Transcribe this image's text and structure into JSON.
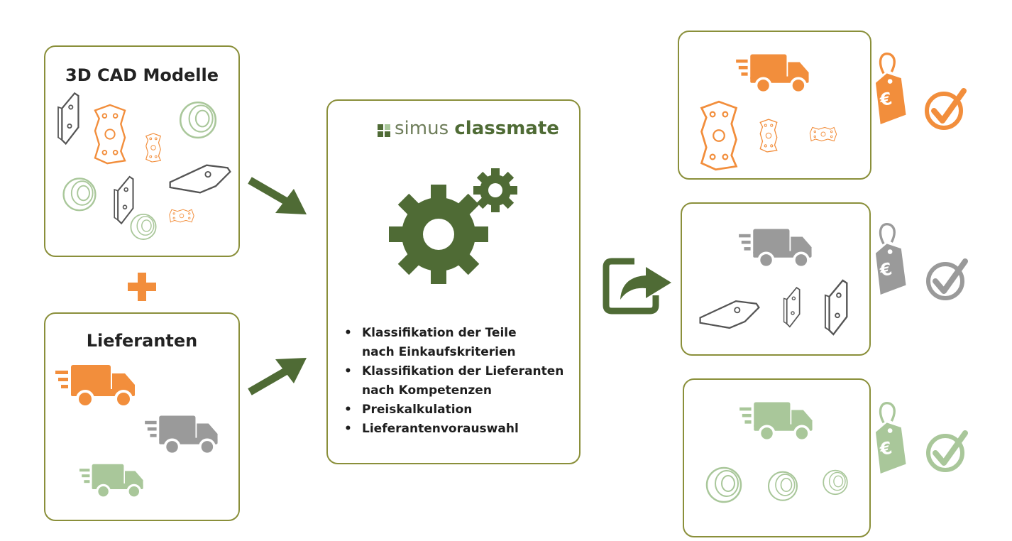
{
  "input_boxes": {
    "models_title": "3D CAD Modelle",
    "suppliers_title": "Lieferanten",
    "plus_symbol": "+"
  },
  "center": {
    "brand_light": "simus ",
    "brand_bold": "classmate",
    "bullets": [
      "Klassifikation der Teile",
      "nach Einkaufskriterien",
      "Klassifikation der Lieferanten",
      "nach Kompetenzen",
      "Preiskalkulation",
      "Lieferantenvorauswahl"
    ]
  },
  "outputs": [
    {
      "color": "#f28e3c",
      "tag_symbol": "€",
      "check": "✓"
    },
    {
      "color": "#9a9a9a",
      "tag_symbol": "€",
      "check": "✓"
    },
    {
      "color": "#a9c79a",
      "tag_symbol": "€",
      "check": "✓"
    }
  ],
  "colors": {
    "box_border": "#8a8f3a",
    "dark_green": "#4f6b35",
    "orange": "#f28e3c",
    "grey": "#9a9a9a",
    "light_green": "#a9c79a"
  }
}
